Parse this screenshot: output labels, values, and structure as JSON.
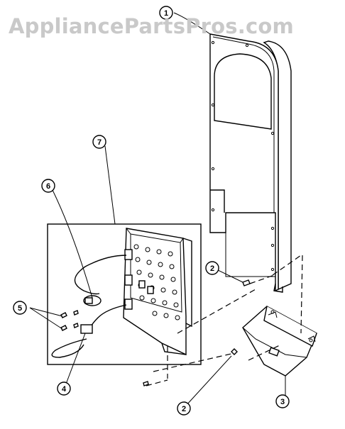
{
  "watermark": "AppliancePartsPros.com",
  "callouts": [
    {
      "id": "callout-1",
      "label": "1"
    },
    {
      "id": "callout-2-upper",
      "label": "2"
    },
    {
      "id": "callout-2-lower",
      "label": "2"
    },
    {
      "id": "callout-3",
      "label": "3"
    },
    {
      "id": "callout-4",
      "label": "4"
    },
    {
      "id": "callout-5",
      "label": "5"
    },
    {
      "id": "callout-6",
      "label": "6"
    },
    {
      "id": "callout-7",
      "label": "7"
    }
  ]
}
